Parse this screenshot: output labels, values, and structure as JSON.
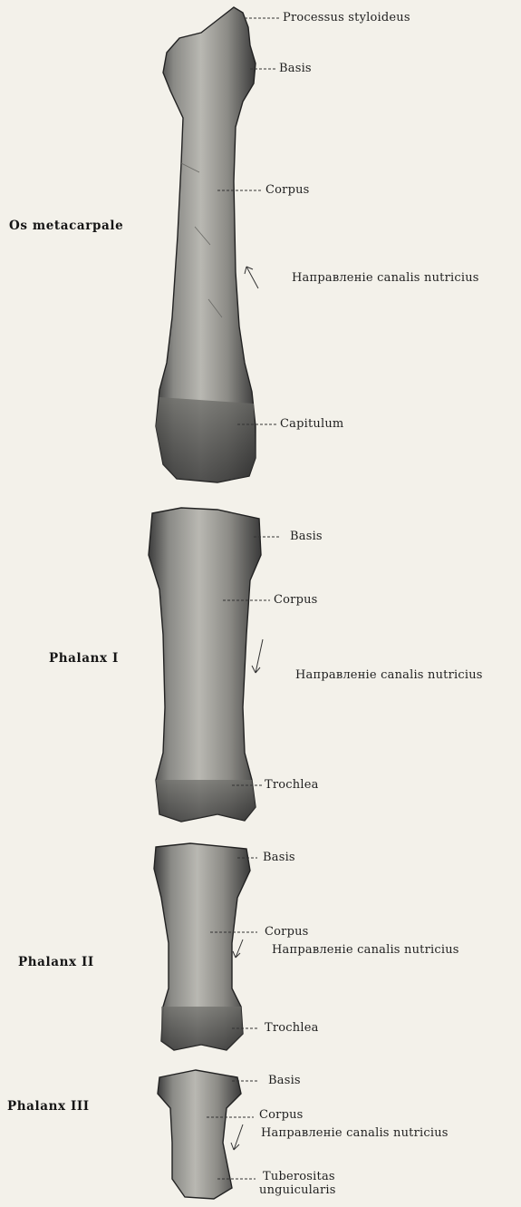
{
  "figure": {
    "groups": [
      {
        "title": "Os metacarpale",
        "labels": [
          "Processus styloideus",
          "Basis",
          "Corpus",
          "Направленіе canalis nutricius",
          "Capitulum"
        ]
      },
      {
        "title": "Phalanx I",
        "labels": [
          "Basis",
          "Corpus",
          "Направленіе canalis nutricius",
          "Trochlea"
        ]
      },
      {
        "title": "Phalanx II",
        "labels": [
          "Basis",
          "Corpus",
          "Направленіе canalis nutricius",
          "Trochlea"
        ]
      },
      {
        "title": "Phalanx III",
        "labels": [
          "Basis",
          "Corpus",
          "Направленіе canalis nutricius",
          "Tuberositas",
          "unguicularis"
        ]
      }
    ]
  }
}
